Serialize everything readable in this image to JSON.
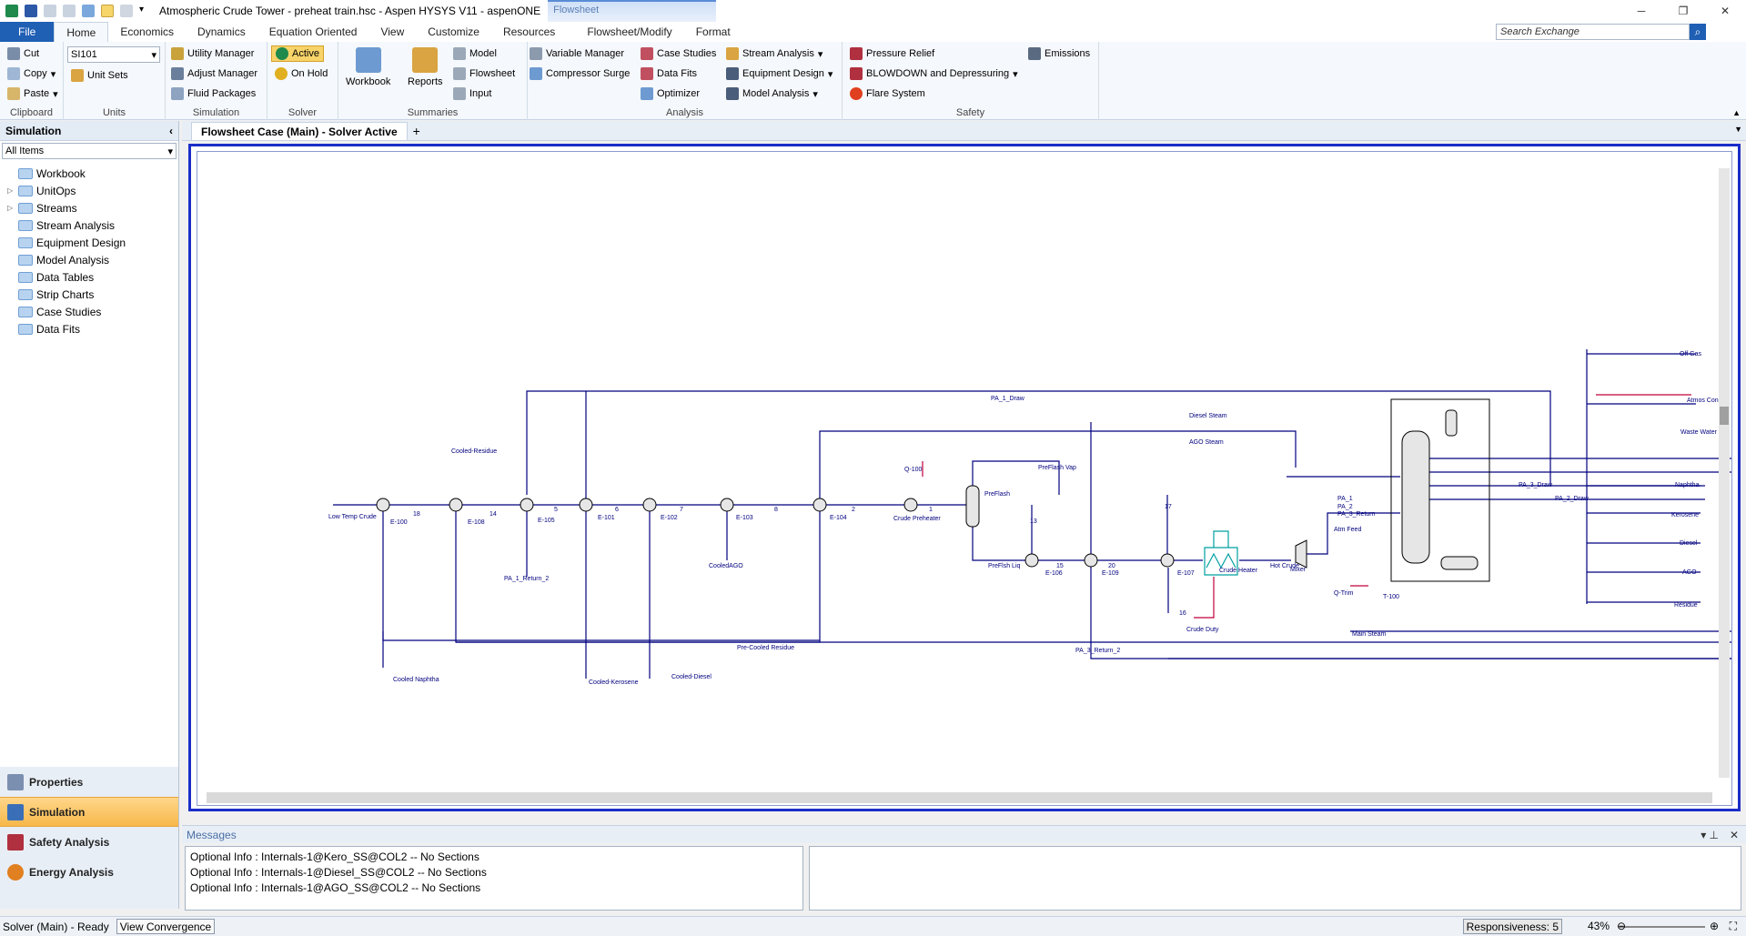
{
  "window": {
    "title": "Atmospheric Crude Tower - preheat train.hsc - Aspen HYSYS V11 - aspenONE",
    "context_group": "Flowsheet"
  },
  "tabs": [
    "File",
    "Home",
    "Economics",
    "Dynamics",
    "Equation Oriented",
    "View",
    "Customize",
    "Resources",
    "Flowsheet/Modify",
    "Format"
  ],
  "active_tab": "Home",
  "search": {
    "placeholder": "Search Exchange"
  },
  "ribbon": {
    "clipboard": {
      "label": "Clipboard",
      "cut": "Cut",
      "copy": "Copy",
      "paste": "Paste"
    },
    "units": {
      "label": "Units",
      "unit_set": "SI101",
      "unit_sets": "Unit Sets"
    },
    "simulation": {
      "label": "Simulation",
      "utility_manager": "Utility Manager",
      "adjust_manager": "Adjust Manager",
      "fluid_packages": "Fluid Packages"
    },
    "solver": {
      "label": "Solver",
      "active": "Active",
      "on_hold": "On Hold"
    },
    "summaries": {
      "label": "Summaries",
      "workbook": "Workbook",
      "reports": "Reports",
      "model": "Model",
      "flowsheet": "Flowsheet",
      "input": "Input"
    },
    "analysis": {
      "label": "Analysis",
      "variable_manager": "Variable Manager",
      "compressor_surge": "Compressor Surge",
      "case_studies": "Case Studies",
      "data_fits": "Data Fits",
      "optimizer": "Optimizer",
      "stream_analysis": "Stream Analysis",
      "equipment_design": "Equipment Design",
      "model_analysis": "Model Analysis"
    },
    "safety": {
      "label": "Safety",
      "pressure_relief": "Pressure Relief",
      "blowdown": "BLOWDOWN and Depressuring",
      "flare_system": "Flare System",
      "emissions": "Emissions"
    }
  },
  "left_pane": {
    "title": "Simulation",
    "filter": "All Items",
    "tree": [
      "Workbook",
      "UnitOps",
      "Streams",
      "Stream Analysis",
      "Equipment Design",
      "Model Analysis",
      "Data Tables",
      "Strip Charts",
      "Case Studies",
      "Data Fits"
    ]
  },
  "nav": {
    "properties": "Properties",
    "simulation": "Simulation",
    "safety": "Safety Analysis",
    "energy": "Energy Analysis"
  },
  "doc_tab": "Flowsheet Case (Main) - Solver Active",
  "messages": {
    "header": "Messages",
    "lines": [
      "Optional Info  : Internals-1@Kero_SS@COL2 -- No Sections",
      "Optional Info  : Internals-1@Diesel_SS@COL2 -- No Sections",
      "Optional Info  : Internals-1@AGO_SS@COL2 -- No Sections"
    ]
  },
  "status": {
    "solver": "Solver (Main) - Ready",
    "view_convergence": "View Convergence",
    "responsiveness": "Responsiveness: 5",
    "zoom": "43%"
  },
  "flowsheet": {
    "labels": {
      "low_temp_crude": "Low Temp Crude",
      "e100": "E-100",
      "s18": "18",
      "e108": "E-108",
      "s14": "14",
      "e105": "E-105",
      "s5": "5",
      "e101": "E-101",
      "s6": "6",
      "e102": "E-102",
      "s7": "7",
      "e103": "E-103",
      "s8": "8",
      "e104": "E-104",
      "s2": "2",
      "crude_preheater": "Crude Preheater",
      "s1": "1",
      "preflash": "PreFlash",
      "preflash_vap": "PreFlash Vap",
      "preflash_liq": "PreFlsh Liq",
      "q100": "Q-100",
      "s13": "13",
      "e106": "E-106",
      "s15": "15",
      "e109": "E-109",
      "s20": "20",
      "s17": "17",
      "e107": "E-107",
      "s16": "16",
      "crude_duty": "Crude Duty",
      "crude_heater": "Crude Heater",
      "hot_crude": "Hot Crude",
      "mixer": "Mixer",
      "atm_feed": "Atm Feed",
      "q_trim": "Q-Trim",
      "main_steam": "Main Steam",
      "t100": "T-100",
      "pa1_draw": "PA_1_Draw",
      "pa1_return": "PA_1_Return_2",
      "pa3_return": "PA_3_Return_2",
      "pa1": "PA_1",
      "pa2": "PA_2",
      "pa3_return_col": "PA_3_Return",
      "pa3_draw": "PA_3_Draw",
      "pa2_draw": "PA_2_Draw",
      "diesel_steam": "Diesel Steam",
      "ago_steam": "AGO Steam",
      "cooled_residue": "Cooled-Residue",
      "cooled_ago": "CooledAGO",
      "cooled_naphtha": "Cooled Naphtha",
      "cooled_kerosene": "Cooled-Kerosene",
      "cooled_diesel": "Cooled-Diesel",
      "pre_cooled_residue": "Pre-Cooled Residue",
      "off_gas": "Off Gas",
      "atmos_cond": "Atmos Cond",
      "waste_water": "Waste Water",
      "naphtha": "Naphtha",
      "kerosene": "Kerosene",
      "diesel": "Diesel",
      "ago": "AGO",
      "residue": "Residue"
    }
  },
  "colors": {
    "accent": "#1f5fb4",
    "stream": "#00007f",
    "energy": "#c0003a",
    "heater": "#00a0a0",
    "active_nav": "#f7b84a"
  }
}
